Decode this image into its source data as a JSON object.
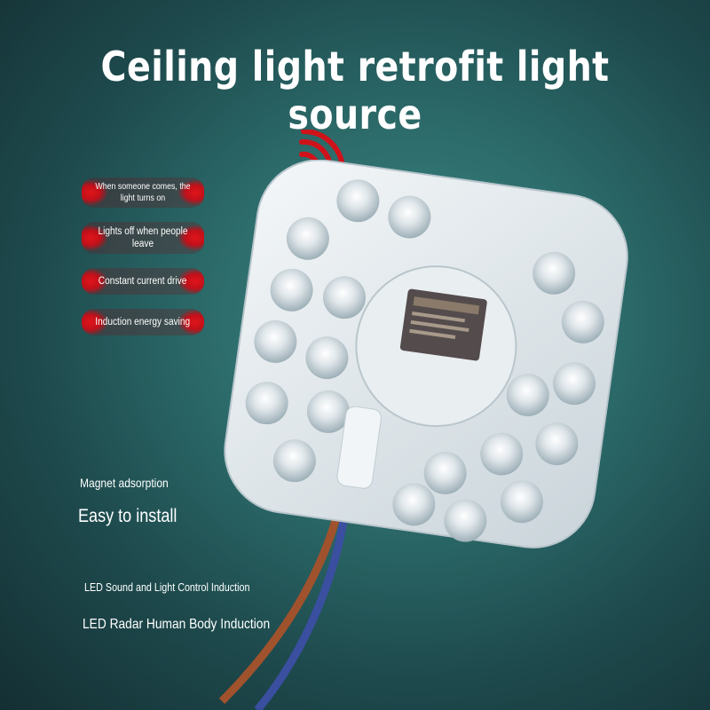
{
  "title": "Ceiling light retrofit light source",
  "features": [
    "When someone comes, the light turns on",
    "Lights off when people leave",
    "Constant current drive",
    "Induction energy saving"
  ],
  "labels": {
    "magnet": "Magnet adsorption",
    "install": "Easy to install",
    "sound": "LED Sound and Light Control Induction",
    "radar": "LED Radar Human Body Induction"
  },
  "colors": {
    "accent_red": "#d0121a",
    "background": "#2c6b6a"
  },
  "icons": [
    "wifi-signal-icon"
  ]
}
